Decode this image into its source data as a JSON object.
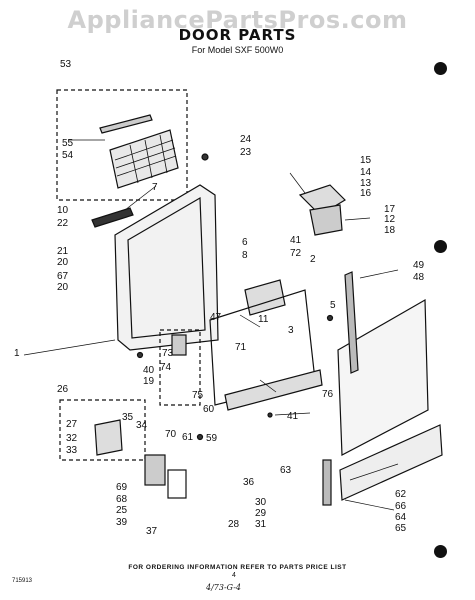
{
  "watermark": "AppliancePartsPros.com",
  "header": {
    "title": "DOOR PARTS",
    "subtitle": "For Model SXF 500W0"
  },
  "labels": {
    "l1": "1",
    "l2": "2",
    "l3": "3",
    "l5": "5",
    "l6": "6",
    "l7": "7",
    "l8": "8",
    "l10": "10",
    "l11": "11",
    "l12": "12",
    "l13": "13",
    "l14": "14",
    "l15": "15",
    "l16": "16",
    "l17": "17",
    "l18": "18",
    "l19": "19",
    "l20": "20",
    "l20b": "20",
    "l21": "21",
    "l22": "22",
    "l23": "23",
    "l24": "24",
    "l25": "25",
    "l26": "26",
    "l27": "27",
    "l28": "28",
    "l29": "29",
    "l30": "30",
    "l31": "31",
    "l32": "32",
    "l33": "33",
    "l34": "34",
    "l35": "35",
    "l36": "36",
    "l37": "37",
    "l39": "39",
    "l40": "40",
    "l41": "41",
    "l41b": "41",
    "l47": "47",
    "l48": "48",
    "l49": "49",
    "l53": "53",
    "l54": "54",
    "l55": "55",
    "l59": "59",
    "l60": "60",
    "l61": "61",
    "l62": "62",
    "l63": "63",
    "l64": "64",
    "l65": "65",
    "l66": "66",
    "l67": "67",
    "l68": "68",
    "l69": "69",
    "l70": "70",
    "l71": "71",
    "l72": "72",
    "l73": "73",
    "l74": "74",
    "l75": "75",
    "l76": "76"
  },
  "footer": {
    "note": "FOR ORDERING INFORMATION REFER TO PARTS PRICE LIST",
    "figure_number": "715913",
    "page_number": "4",
    "handwritten": "4/73-G-4"
  }
}
